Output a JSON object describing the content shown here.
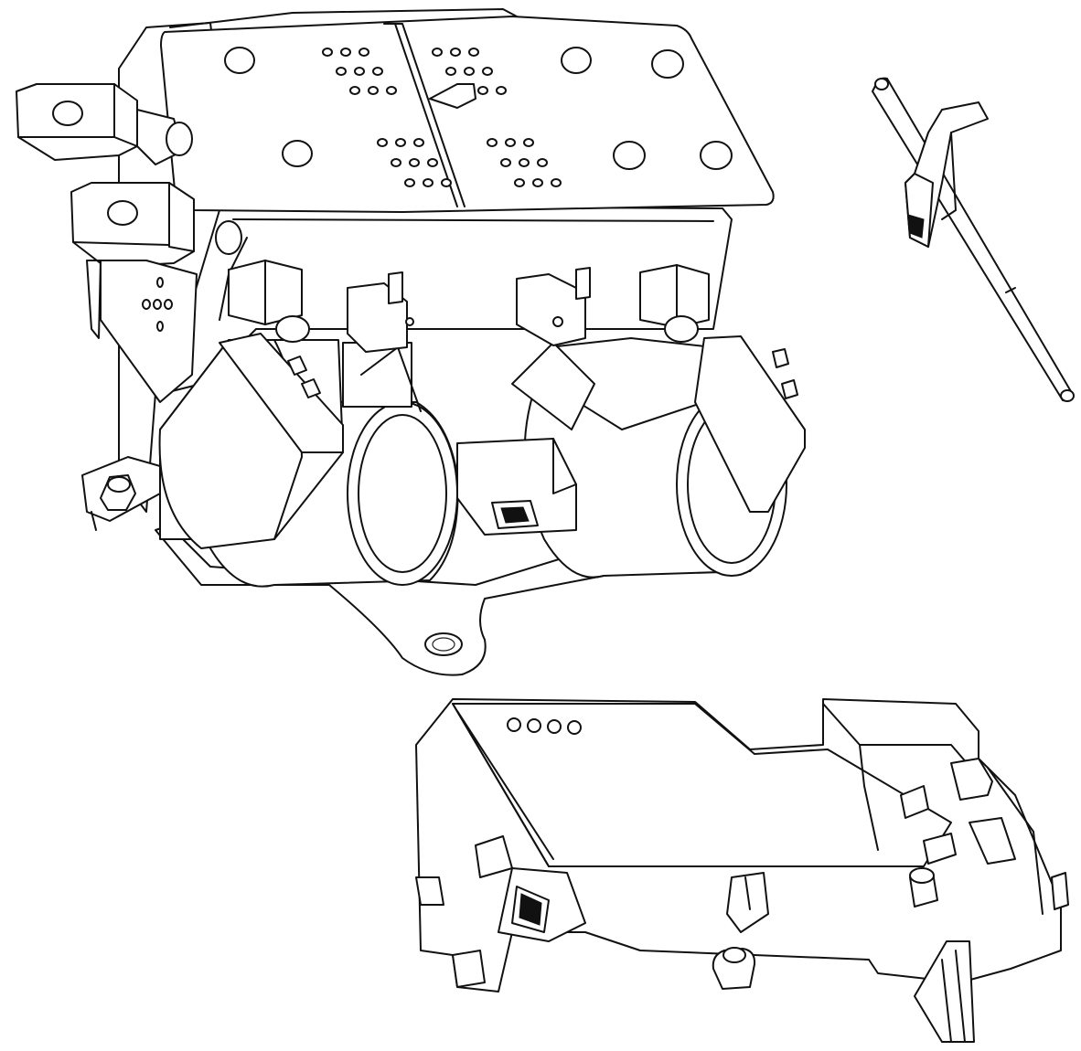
{
  "figure": {
    "parts": [
      {
        "id": "contactor-assembly",
        "icon": "dual-coil-contactor-drawing"
      },
      {
        "id": "actuator-shaft",
        "icon": "pin-shaft-drawing"
      },
      {
        "id": "control-module",
        "icon": "electronic-module-drawing"
      }
    ],
    "colors": {
      "line": "#111111",
      "background": "#ffffff"
    }
  }
}
